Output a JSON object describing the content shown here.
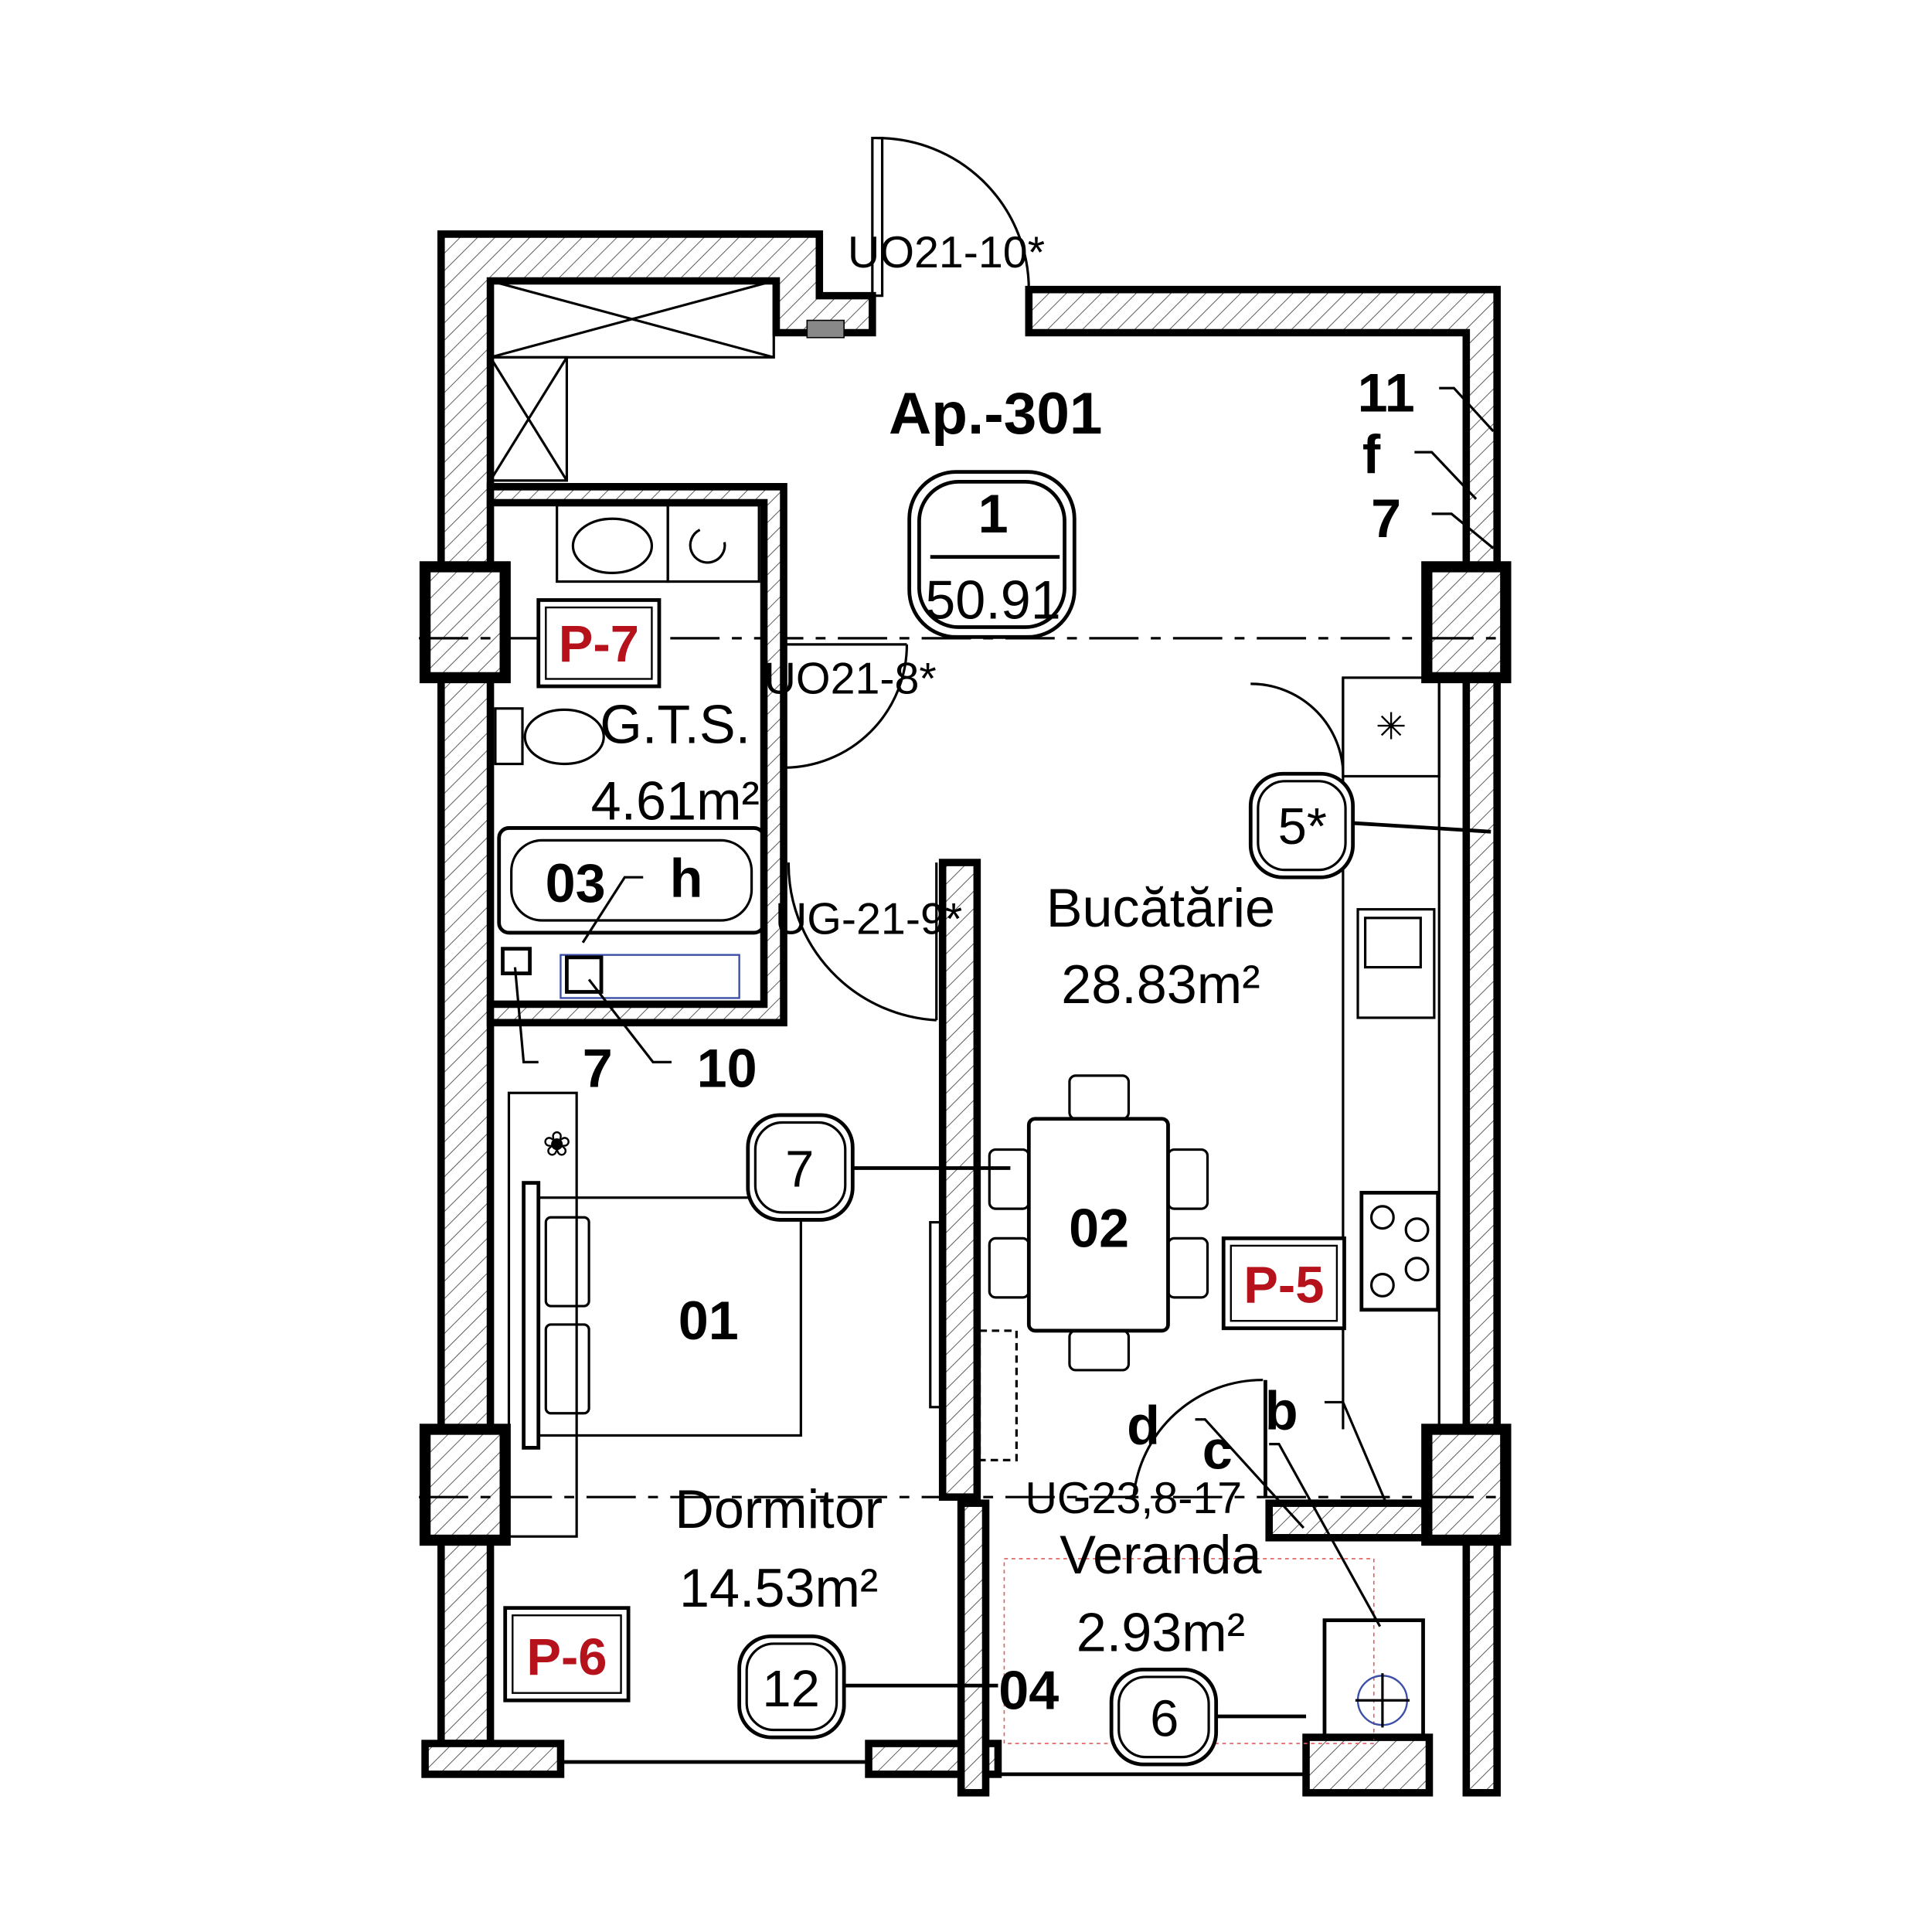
{
  "apartment": {
    "title": "Ap.-301",
    "tag_number": "1",
    "total_area": "50.91"
  },
  "rooms": [
    {
      "code": "01",
      "name": "Dormitor",
      "area": "14.53m²"
    },
    {
      "code": "02",
      "name": "Bucătărie",
      "area": "28.83m²"
    },
    {
      "code": "03",
      "name": "G.T.S.",
      "area": "4.61m²"
    },
    {
      "code": "04",
      "name": "Veranda",
      "area": "2.93m²"
    }
  ],
  "doors": {
    "entrance": "UO21-10*",
    "bathroom": "UO21-8*",
    "bedroom": "UG-21-9*",
    "veranda": "UG23,8-17"
  },
  "panel_labels": {
    "bathroom": "P-7",
    "kitchen": "P-5",
    "bedroom": "P-6"
  },
  "panel_color": "#b5121b",
  "circled_tags": {
    "kitchen_unit": "5*",
    "partition": "7",
    "bedroom_window": "12",
    "veranda_window": "6"
  },
  "callouts": {
    "top_right": [
      "11",
      "f",
      "7"
    ],
    "bathroom_h": "h",
    "bathroom_bottom": [
      "7",
      "10"
    ],
    "veranda": [
      "d",
      "c",
      "b"
    ]
  }
}
